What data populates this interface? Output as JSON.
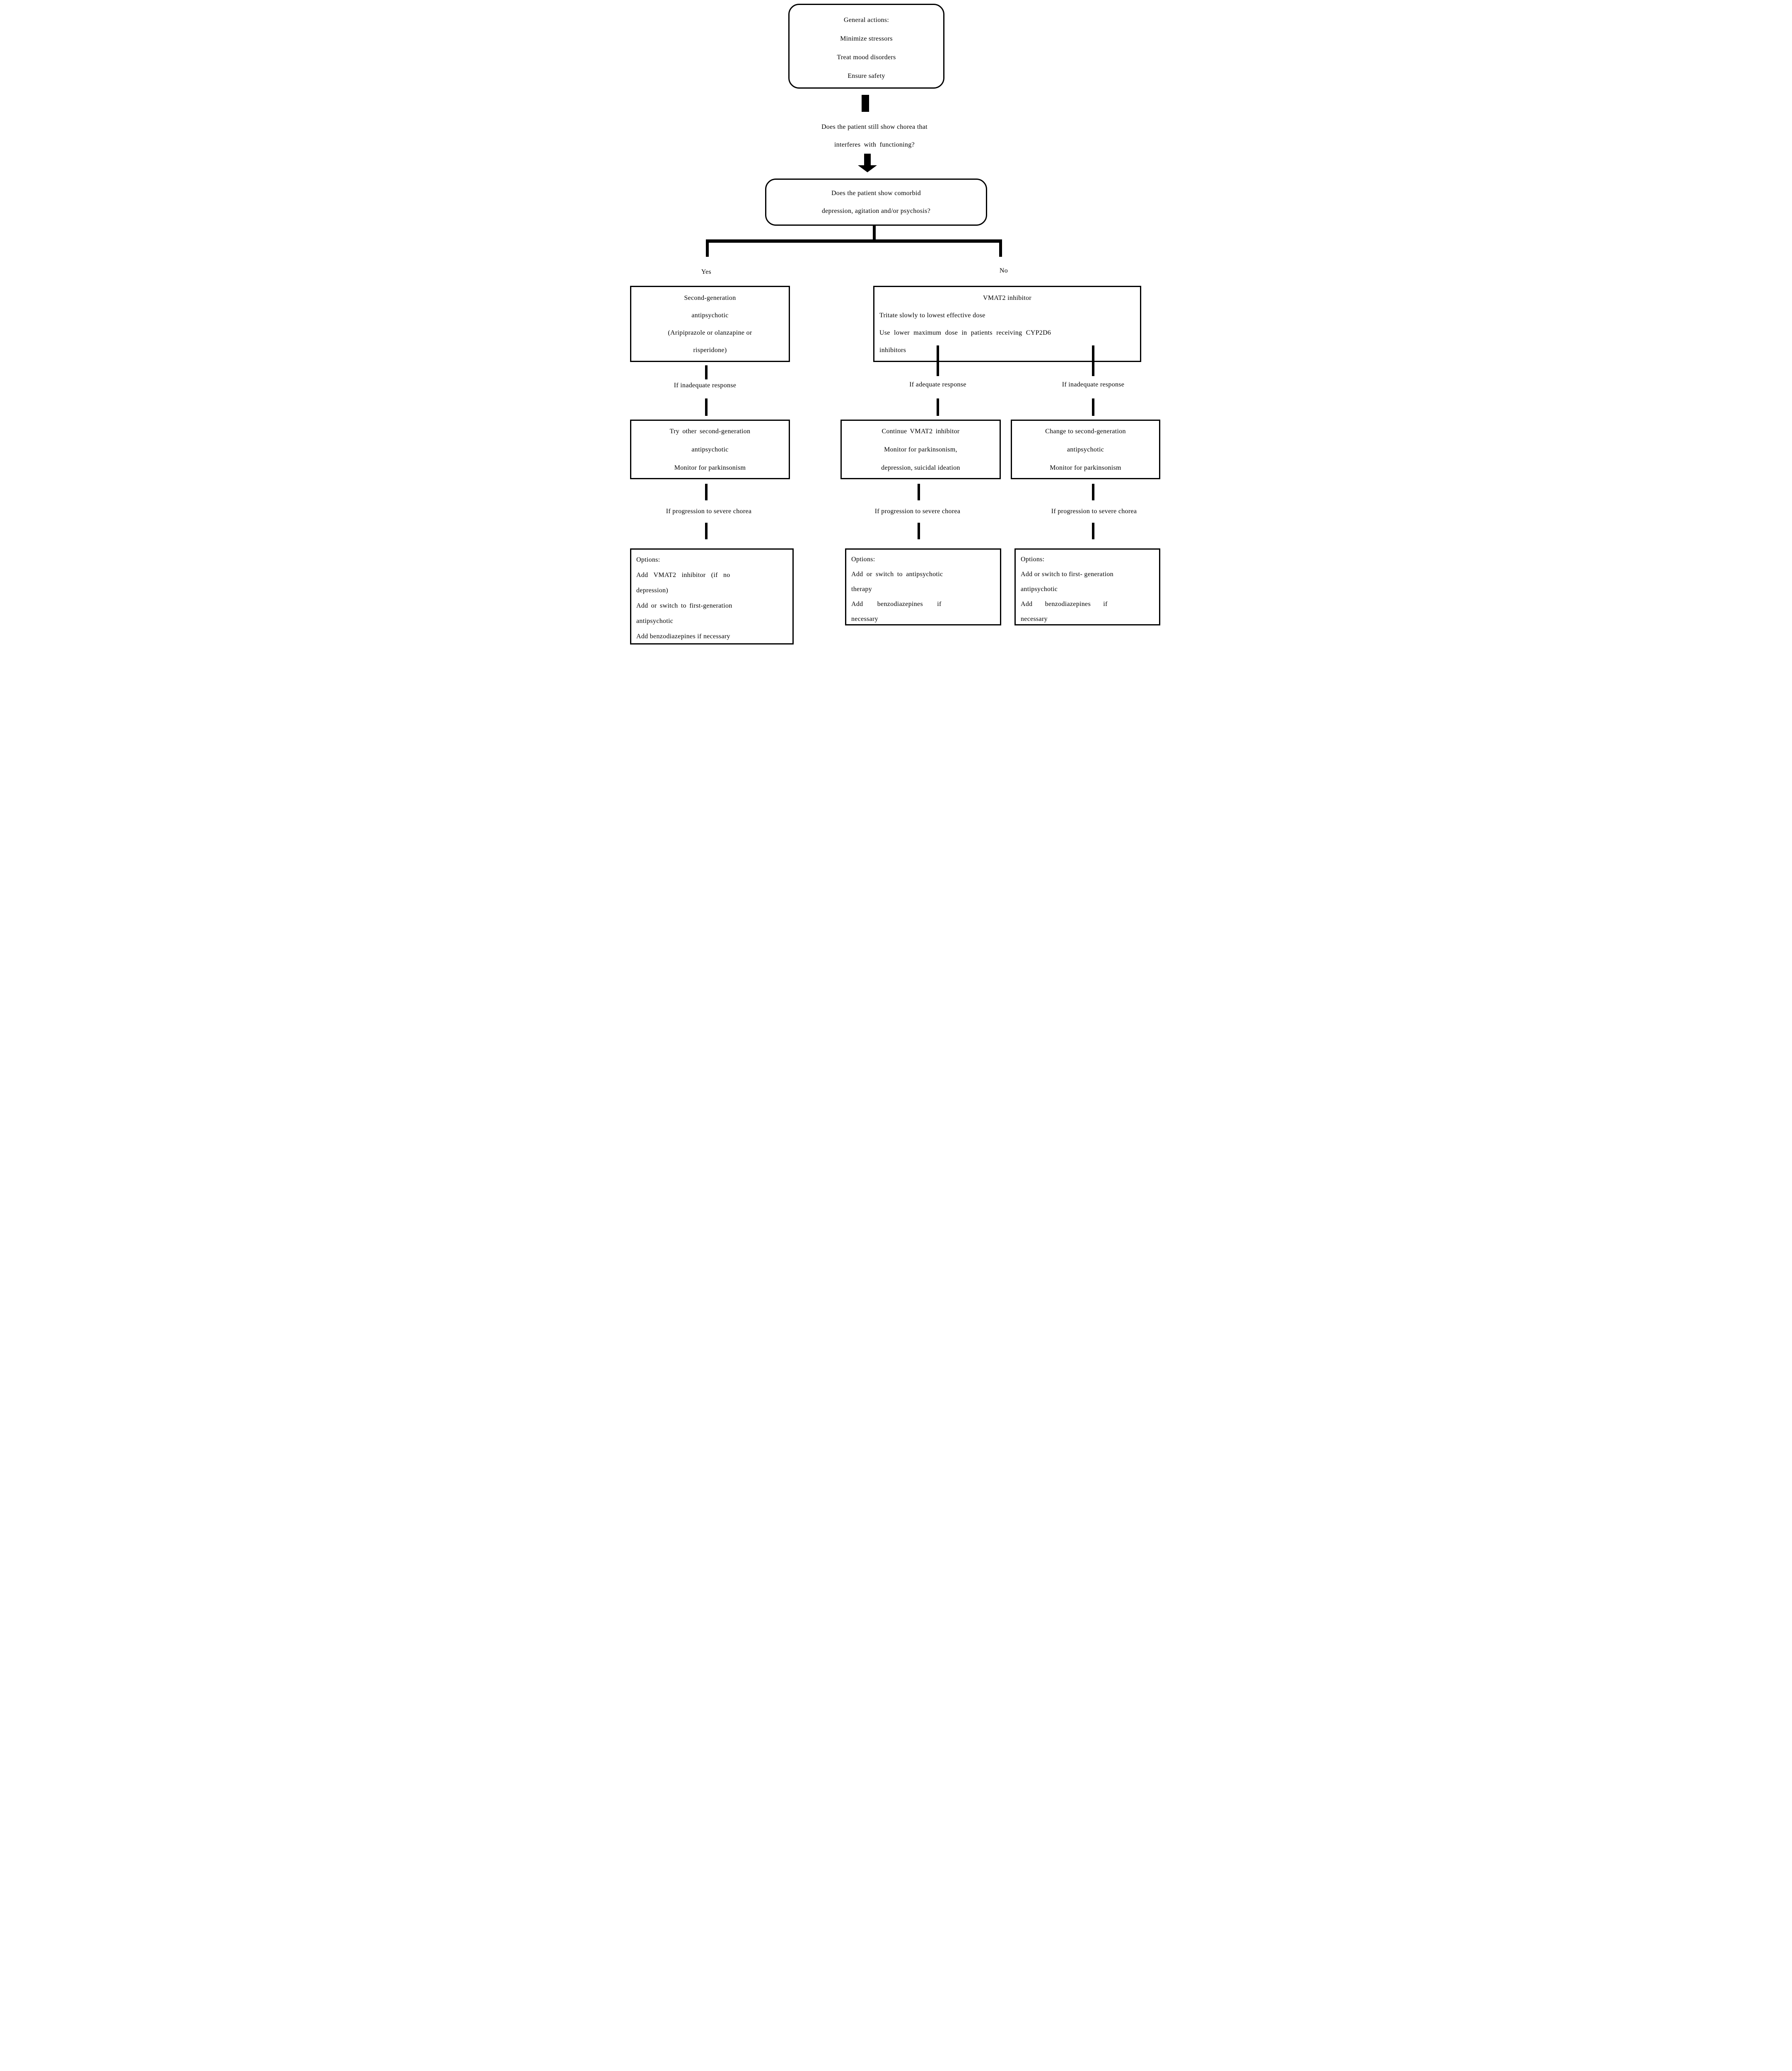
{
  "diagram": {
    "colors": {
      "line": "#000000",
      "background": "#ffffff",
      "text": "#000000"
    },
    "icons": {
      "connector_top": "thick-bar-icon",
      "connector_question": "arrow-down-icon"
    },
    "top_box": {
      "lines": [
        "General actions:",
        "Minimize stressors",
        "Treat mood disorders",
        "Ensure safety"
      ]
    },
    "question1": {
      "lines": [
        "Does the patient still show chorea that",
        "interferes with functioning?"
      ]
    },
    "question2": {
      "lines": [
        "Does the patient show comorbid",
        "depression, agitation and/or psychosis?"
      ]
    },
    "branch_labels": {
      "yes": "Yes",
      "no": "No"
    },
    "yes_path": {
      "box_antipsychotic": {
        "lines": [
          "Second-generation",
          "antipsychotic",
          "(Aripiprazole or olanzapine or",
          "risperidone)"
        ]
      },
      "label_response": "If inadequate response",
      "box_try_other": {
        "lines": [
          "Try other second-generation",
          "antipsychotic",
          "Monitor for parkinsonism"
        ]
      },
      "label_progression": "If progression to severe chorea",
      "options_box": {
        "lines": [
          "Options:",
          "Add VMAT2 inhibitor (if no",
          "depression)",
          "Add or switch to first-generation",
          "antipsychotic",
          "Add benzodiazepines if necessary"
        ]
      }
    },
    "no_path": {
      "box_vmat2": {
        "lines": [
          "VMAT2 inhibitor",
          "Tritate slowly to lowest effective dose",
          "Use lower maximum dose in patients receiving CYP2D6",
          "inhibitors"
        ]
      },
      "adequate_branch": {
        "label_response": "If adequate response",
        "box": {
          "lines": [
            "Continue VMAT2 inhibitor",
            "Monitor for parkinsonism,",
            "depression, suicidal ideation"
          ]
        },
        "label_progression": "If progression to severe chorea",
        "options_box": {
          "lines": [
            "Options:",
            "Add or switch to antipsychotic",
            "therapy",
            "Add benzodiazepines if",
            "necessary"
          ]
        }
      },
      "inadequate_branch": {
        "label_response": "If inadequate response",
        "box": {
          "lines": [
            "Change to second-generation",
            "antipsychotic",
            "Monitor for parkinsonism"
          ]
        },
        "label_progression": "If progression to severe chorea",
        "options_box": {
          "lines": [
            "Options:",
            "Add or switch to first- generation",
            "antipsychotic",
            "Add benzodiazepines if",
            "necessary"
          ]
        }
      }
    }
  }
}
